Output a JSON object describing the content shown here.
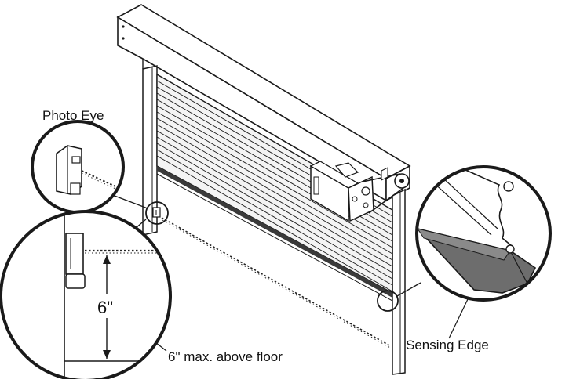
{
  "labels": {
    "photo_eye": "Photo Eye",
    "six_inch": "6\"",
    "max_above_floor": "6\" max. above floor",
    "sensing_edge": "Sensing Edge"
  },
  "colors": {
    "line": "#1a1a1a",
    "slat_fill": "#f4f4f4",
    "bottom_bar": "#3a3a3a",
    "edge_fill": "#6d6d6d",
    "beam": "#222222",
    "background": "#ffffff"
  }
}
